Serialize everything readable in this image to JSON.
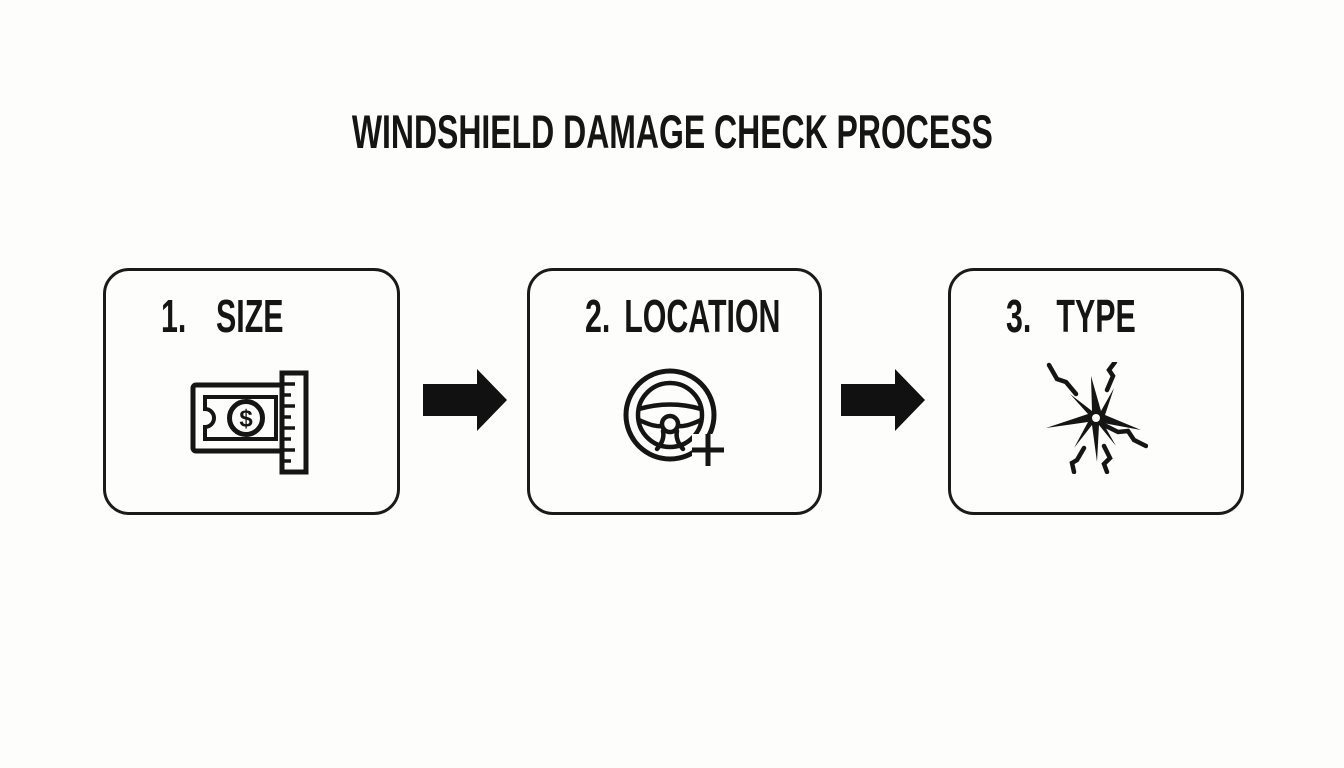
{
  "title": "WINDSHIELD DAMAGE CHECK PROCESS",
  "steps": [
    {
      "number": "1.",
      "label": "SIZE",
      "icon": "money-ruler-icon",
      "icon_glyph": "$"
    },
    {
      "number": "2.",
      "label": "LOCATION",
      "icon": "steering-wheel-plus-icon"
    },
    {
      "number": "3.",
      "label": "TYPE",
      "icon": "glass-crack-icon"
    }
  ],
  "connectors": [
    {
      "icon": "arrow-right-icon"
    },
    {
      "icon": "arrow-right-icon"
    }
  ],
  "colors": {
    "background": "#fdfdfc",
    "ink": "#151515",
    "box_border": "#1a1a1a"
  }
}
